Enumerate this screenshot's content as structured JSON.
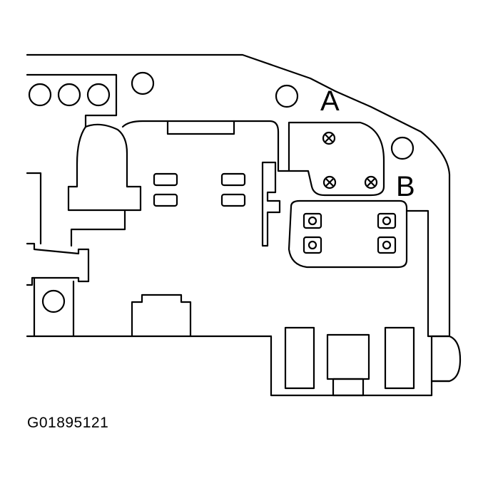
{
  "callouts": {
    "a": "A",
    "b": "B"
  },
  "figure_id": "G01895121",
  "icons": [
    "screw-icon",
    "bolt-icon",
    "connector-icon"
  ]
}
